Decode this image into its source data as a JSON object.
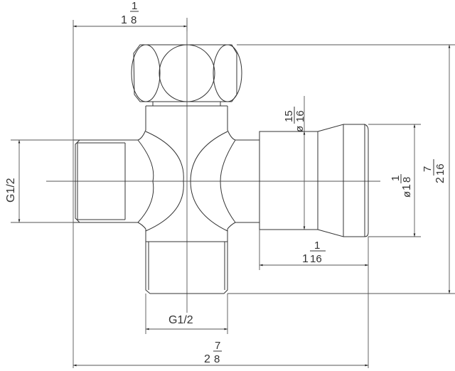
{
  "drawing": {
    "title": "Angle valve technical drawing",
    "line_color": "#333333",
    "background": "#ffffff"
  },
  "dimensions": {
    "top_width": {
      "whole": "1",
      "num": "1",
      "den": "8",
      "label": "1 1/8"
    },
    "outlet_diameter": {
      "prefix": "ø",
      "whole": "",
      "num": "15",
      "den": "16",
      "label": "ø15/16"
    },
    "outlet_outer_diameter": {
      "prefix": "ø",
      "whole": "1",
      "num": "1",
      "den": "8",
      "label": "ø1 1/8"
    },
    "total_height": {
      "whole": "2",
      "num": "7",
      "den": "16",
      "label": "2 7/16"
    },
    "left_thread": {
      "label": "G1/2"
    },
    "bottom_thread": {
      "label": "G1/2"
    },
    "outlet_length": {
      "whole": "1",
      "num": "1",
      "den": "16",
      "label": "1 1/16"
    },
    "total_width": {
      "whole": "2",
      "num": "7",
      "den": "8",
      "label": "2 7/8"
    }
  }
}
